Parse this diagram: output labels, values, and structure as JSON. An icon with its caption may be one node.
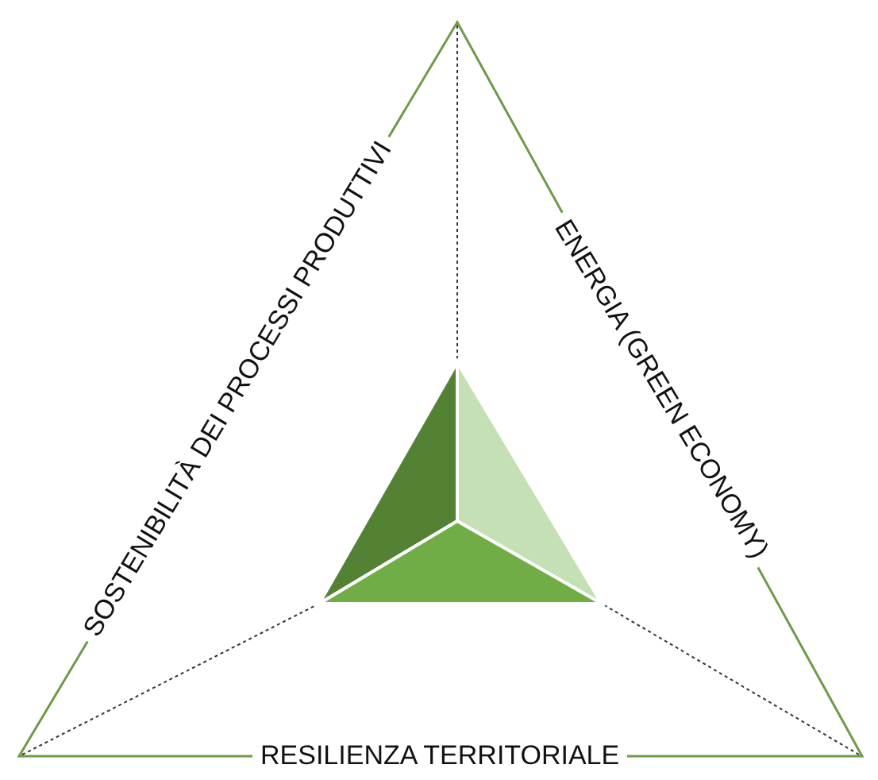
{
  "diagram": {
    "labels": [
      "SOSTENIBILITÀ DEI PROCESSI PRODUTTIVI",
      "ENERGIA (GREEN ECONOMY)",
      "RESILIENZA TERRITORIALE"
    ]
  }
}
